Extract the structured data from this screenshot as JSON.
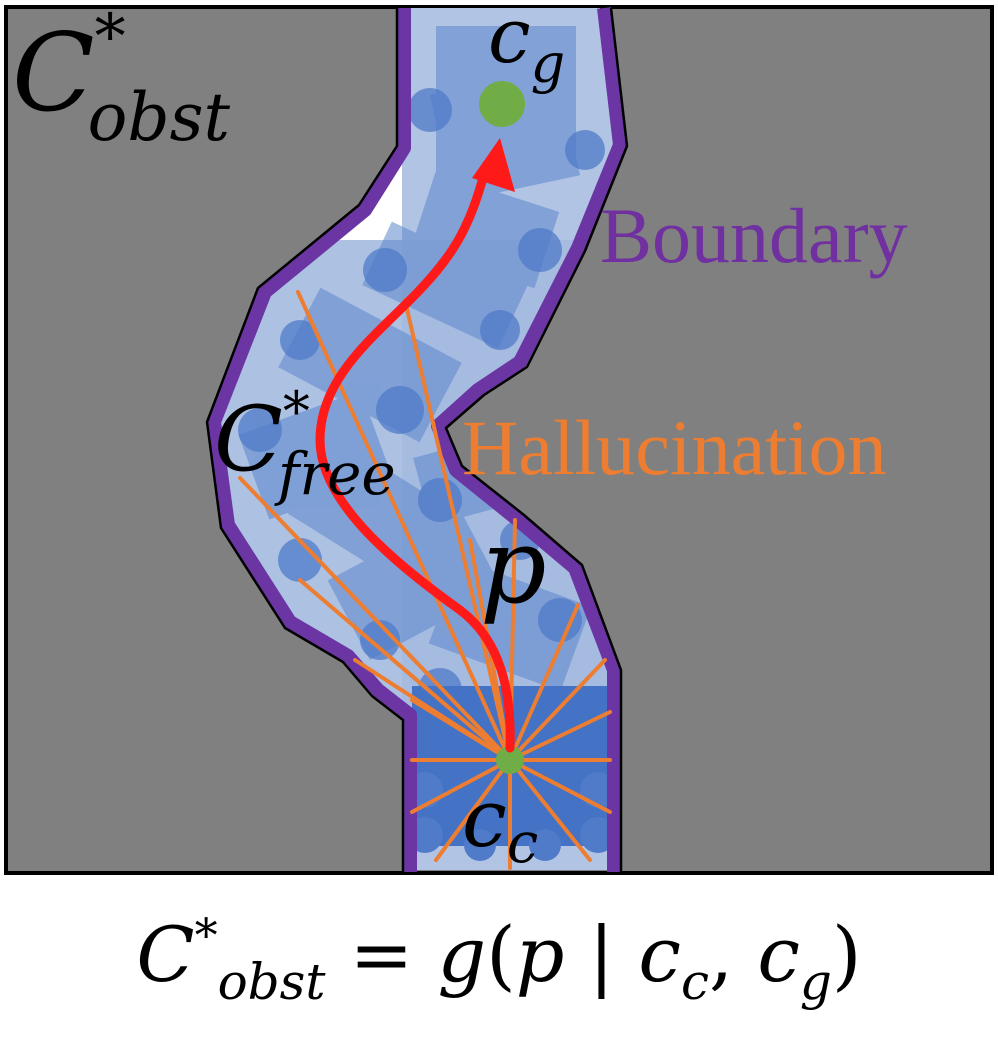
{
  "labels": {
    "obstacle_symbol": "C",
    "obstacle_super": "*",
    "obstacle_sub": "obst",
    "free_symbol": "C",
    "free_super": "*",
    "free_sub": "free",
    "goal_symbol": "c",
    "goal_sub": "g",
    "current_symbol": "c",
    "current_sub": "c",
    "plan_symbol": "p",
    "boundary": "Boundary",
    "hallucination": "Hallucination"
  },
  "equation": {
    "lhs_symbol": "C",
    "lhs_super": "*",
    "lhs_sub": "obst",
    "equals": "=",
    "func": "g",
    "open": "(",
    "arg": "p",
    "bar": "|",
    "c1": "c",
    "c1_sub": "c",
    "comma": ",",
    "c2": "c",
    "c2_sub": "g",
    "close": ")"
  },
  "colors": {
    "obstacle": "#808080",
    "free_space": "#a4badf",
    "free_patch": "#4f7bc8",
    "boundary": "#6b35a3",
    "hallucination": "#ed7d31",
    "path": "#ff1a1a",
    "goal": "#70ad47",
    "current": "#70ad47"
  }
}
